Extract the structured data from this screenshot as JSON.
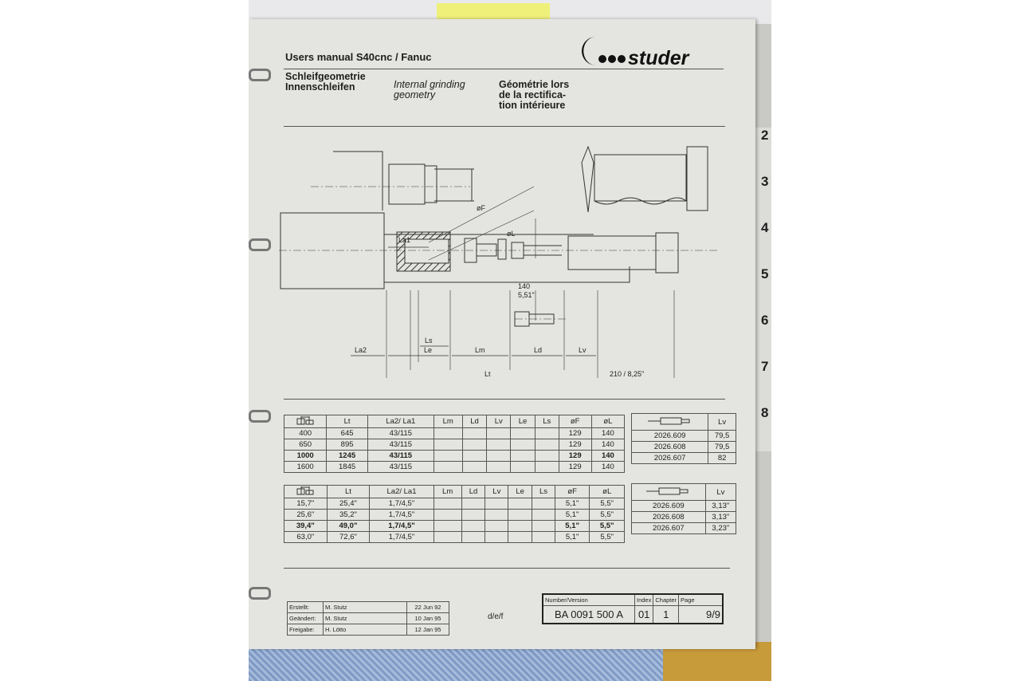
{
  "header": {
    "manual_title": "Users manual S40cnc / Fanuc",
    "brand": "studer",
    "title_de": [
      "Schleifgeometrie",
      "Innenschleifen"
    ],
    "title_en": [
      "Internal grinding",
      "geometry"
    ],
    "title_fr": [
      "Géométrie lors",
      "de la rectifica-",
      "tion intérieure"
    ]
  },
  "drawing": {
    "labels": {
      "dF": "øF",
      "dL": "øL",
      "La1": "La1",
      "La2": "La2",
      "Ls": "Ls",
      "Le": "Le",
      "Lm": "Lm",
      "Ld": "Ld",
      "Lv": "Lv",
      "Lt": "Lt",
      "stroke_mm": "140",
      "stroke_in": "5,51\"",
      "offset": "210 / 8,25\""
    }
  },
  "tables": {
    "columns": [
      "",
      "Lt",
      "La2/ La1",
      "Lm",
      "Ld",
      "Lv",
      "Le",
      "Ls",
      "øF",
      "øL"
    ],
    "metric_rows": [
      [
        "400",
        "645",
        "43/115",
        "",
        "",
        "",
        "",
        "",
        "129",
        "140"
      ],
      [
        "650",
        "895",
        "43/115",
        "",
        "",
        "",
        "",
        "",
        "129",
        "140"
      ],
      [
        "1000",
        "1245",
        "43/115",
        "",
        "",
        "",
        "",
        "",
        "129",
        "140"
      ],
      [
        "1600",
        "1845",
        "43/115",
        "",
        "",
        "",
        "",
        "",
        "129",
        "140"
      ]
    ],
    "imperial_rows": [
      [
        "15,7\"",
        "25,4\"",
        "1,7/4,5\"",
        "",
        "",
        "",
        "",
        "",
        "5,1\"",
        "5,5\""
      ],
      [
        "25,6\"",
        "35,2\"",
        "1,7/4,5\"",
        "",
        "",
        "",
        "",
        "",
        "5,1\"",
        "5,5\""
      ],
      [
        "39,4\"",
        "49,0\"",
        "1,7/4,5\"",
        "",
        "",
        "",
        "",
        "",
        "5,1\"",
        "5,5\""
      ],
      [
        "63,0\"",
        "72,6\"",
        "1,7/4,5\"",
        "",
        "",
        "",
        "",
        "",
        "5,1\"",
        "5,5\""
      ]
    ],
    "highlighted_row": 2,
    "lv_header": "Lv",
    "lv_metric": [
      [
        "2026.609",
        "79,5"
      ],
      [
        "2026.608",
        "79,5"
      ],
      [
        "2026.607",
        "82"
      ]
    ],
    "lv_imperial": [
      [
        "2026.609",
        "3,13\""
      ],
      [
        "2026.608",
        "3,13\""
      ],
      [
        "2026.607",
        "3,23\""
      ]
    ]
  },
  "footer": {
    "rows": [
      [
        "Erstellt:",
        "M. Stutz",
        "22 Jun 92"
      ],
      [
        "Geändert:",
        "M. Stutz",
        "10 Jan 95"
      ],
      [
        "Freigabe:",
        "H. Lötto",
        "12 Jan 95"
      ]
    ],
    "languages": "d/e/f",
    "number_label": "Number/Version",
    "number": "BA 0091 500 A",
    "index_label": "Index",
    "index": "01",
    "chapter_label": "Chapter",
    "chapter": "1",
    "page_label": "Page",
    "page": "9/9"
  },
  "side_tabs": [
    "2",
    "3",
    "4",
    "5",
    "6",
    "7",
    "8"
  ]
}
